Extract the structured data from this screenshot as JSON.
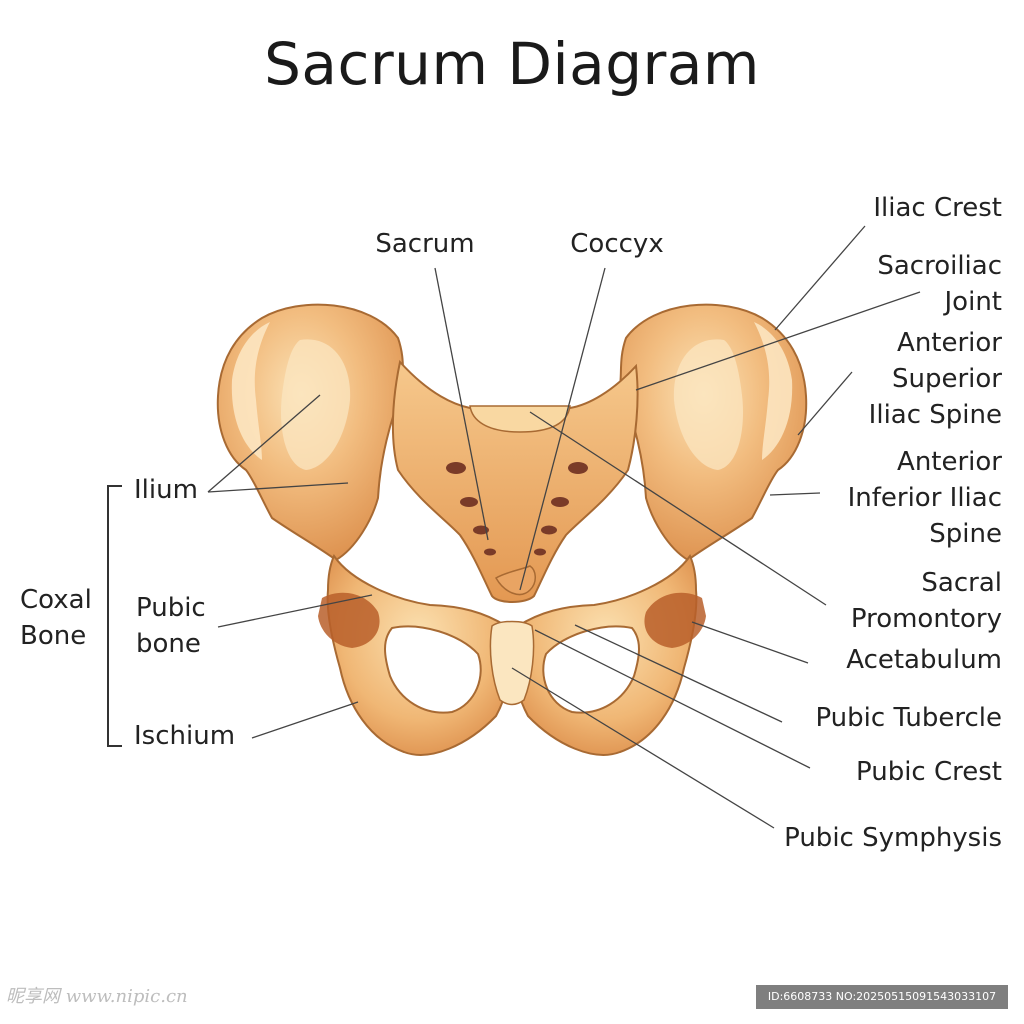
{
  "title": "Sacrum Diagram",
  "labels": {
    "sacrum": "Sacrum",
    "coccyx": "Coccyx",
    "iliac_crest": "Iliac Crest",
    "sacroiliac_joint": [
      "Sacroiliac",
      "Joint"
    ],
    "asis": [
      "Anterior",
      "Superior",
      "Iliac Spine"
    ],
    "aiis": [
      "Anterior",
      "Inferior Iliac",
      "Spine"
    ],
    "sacral_promontory": [
      "Sacral",
      "Promontory"
    ],
    "acetabulum": "Acetabulum",
    "pubic_tubercle": "Pubic Tubercle",
    "pubic_crest": "Pubic Crest",
    "pubic_symphysis": "Pubic Symphysis",
    "ilium": "Ilium",
    "pubic_bone": [
      "Pubic",
      "bone"
    ],
    "ischium": "Ischium",
    "coxal_bone": [
      "Coxal",
      "Bone"
    ]
  },
  "watermark": {
    "site": "昵享网 www.nipic.cn",
    "id": "ID:6608733 NO:20250515091543033107"
  },
  "colors": {
    "bone_base": "#f3c083",
    "bone_light": "#fae0b2",
    "bone_mid": "#e6a05e",
    "bone_dark": "#c9702f",
    "bone_outline": "#a86a33",
    "foramen": "#7a3b28",
    "leader": "#4a4a4a"
  }
}
